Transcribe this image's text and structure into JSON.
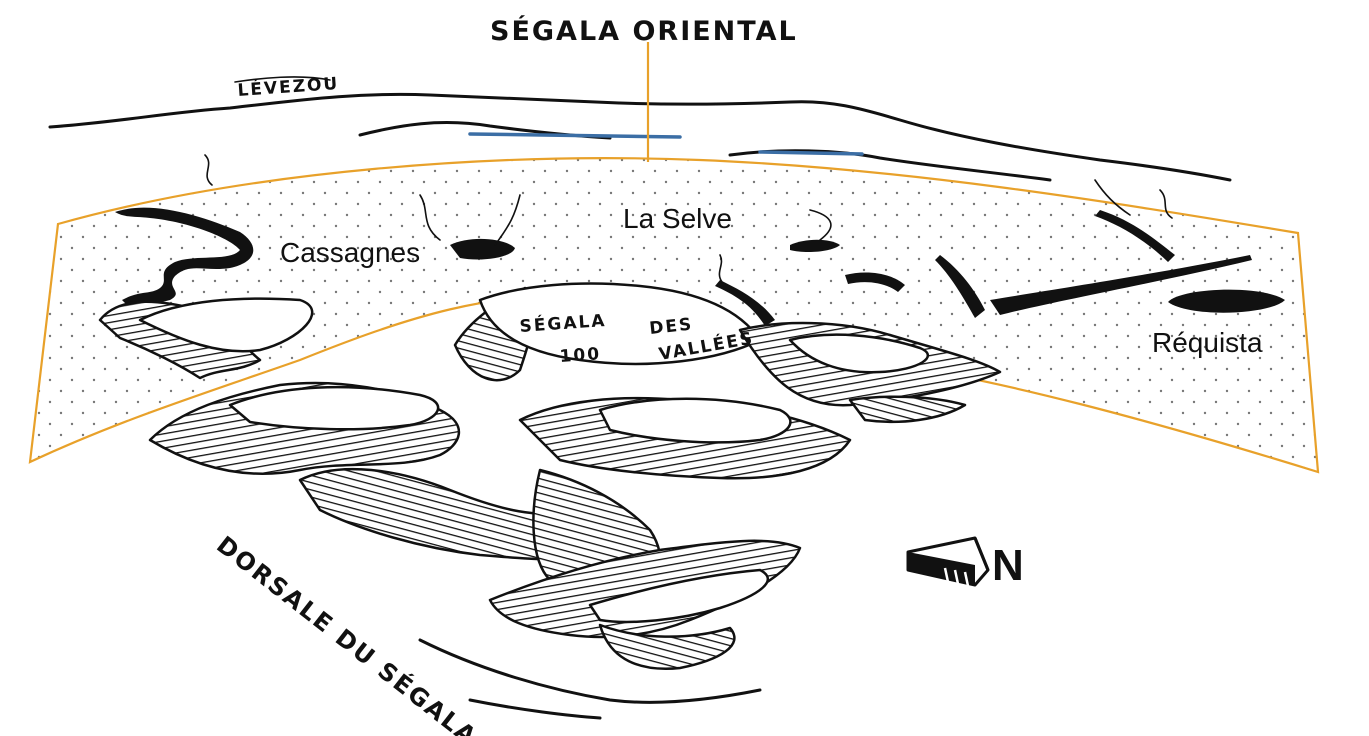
{
  "map": {
    "regions": {
      "segala_oriental": "SÉGALA ORIENTAL",
      "levezou": "LÉVEZOU",
      "segala_100": "SÉGALA 100",
      "segala_100_line1": "SÉGALA",
      "segala_100_line2": "100",
      "des_vallees_line1": "DES",
      "des_vallees_line2": "VALLÉES",
      "dorsale": "DORSALE DU SÉGALA"
    },
    "places": {
      "cassagnes": "Cassagnes",
      "la_selve": "La Selve",
      "requista": "Réquista"
    },
    "compass": {
      "label": "N",
      "icon": "north-arrow-icon"
    },
    "colors": {
      "zone_outline": "#e8a12a",
      "water": "#3b6ea5",
      "ink": "#111111"
    }
  }
}
